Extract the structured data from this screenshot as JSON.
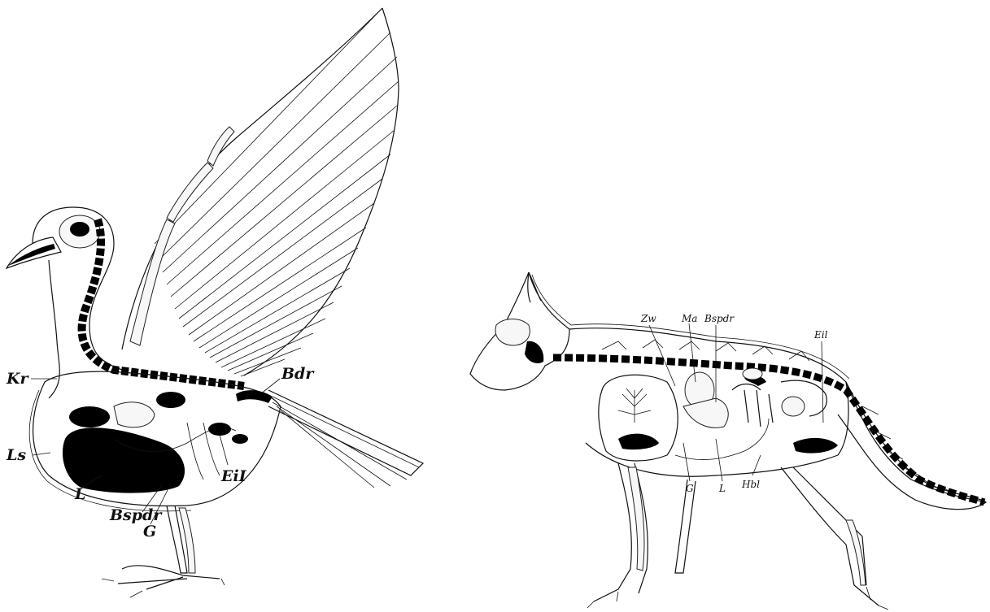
{
  "figures": [
    {
      "name": "bird",
      "labels": [
        "Kr",
        "Bdr",
        "Ls",
        "L",
        "Bspdr",
        "G",
        "EiI"
      ]
    },
    {
      "name": "fox",
      "labels": [
        "Zw",
        "Ma",
        "Bspdr",
        "Eil",
        "G",
        "L",
        "Hbl"
      ]
    }
  ]
}
